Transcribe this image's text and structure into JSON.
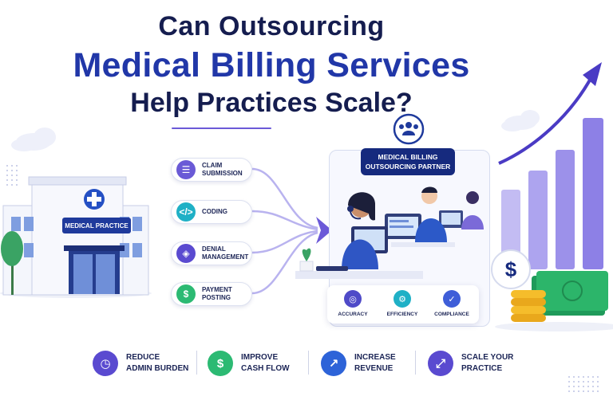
{
  "title": {
    "line1": "Can Outsourcing",
    "line2": "Medical Billing Services",
    "line3": "Help Practices Scale?"
  },
  "practice": {
    "sign": "MEDICAL PRACTICE"
  },
  "workflow": [
    {
      "line1": "CLAIM",
      "line2": "SUBMISSION",
      "icon": "document-icon",
      "color": "#6a5ad6"
    },
    {
      "line1": "CODING",
      "line2": "",
      "icon": "code-icon",
      "color": "#1fb0c6"
    },
    {
      "line1": "DENIAL",
      "line2": "MANAGEMENT",
      "icon": "shield-icon",
      "color": "#5a4ad0"
    },
    {
      "line1": "PAYMENT",
      "line2": "POSTING",
      "icon": "dollar-icon",
      "color": "#2cba73"
    }
  ],
  "partner": {
    "line1": "MEDICAL BILLING",
    "line2": "OUTSOURCING PARTNER"
  },
  "badges": [
    {
      "label": "ACCURACY",
      "icon": "target-icon",
      "color": "#4f4ac8"
    },
    {
      "label": "EFFICIENCY",
      "icon": "gear-icon",
      "color": "#1fb0c6"
    },
    {
      "label": "COMPLIANCE",
      "icon": "shield-check-icon",
      "color": "#3f5ed8"
    }
  ],
  "benefits": [
    {
      "line1": "REDUCE",
      "line2": "ADMIN BURDEN",
      "icon": "clock-icon",
      "color": "#5a4ad0"
    },
    {
      "line1": "IMPROVE",
      "line2": "CASH FLOW",
      "icon": "dollar-icon",
      "color": "#2cba73"
    },
    {
      "line1": "INCREASE",
      "line2": "REVENUE",
      "icon": "chart-up-icon",
      "color": "#2d63d8"
    },
    {
      "line1": "SCALE YOUR",
      "line2": "PRACTICE",
      "icon": "expand-icon",
      "color": "#5a4ad0"
    }
  ],
  "colors": {
    "navy": "#151d4f",
    "blue": "#2137a8",
    "purple": "#6b59d8"
  }
}
